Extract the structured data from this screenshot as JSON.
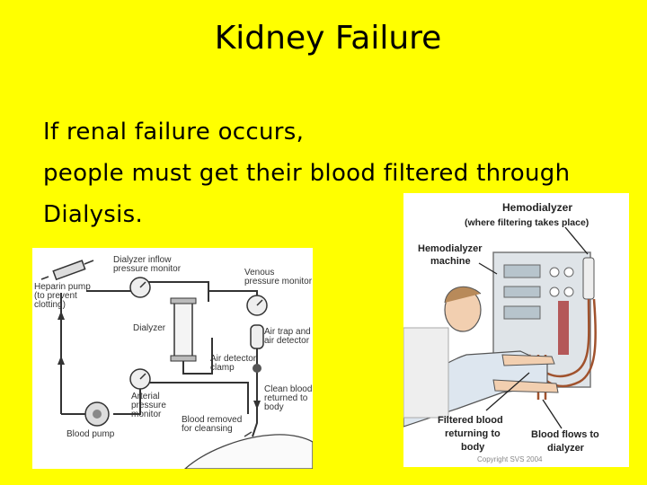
{
  "slide": {
    "title": "Kidney Failure",
    "body_lines": [
      "If renal failure occurs,",
      "people must get their blood filtered through",
      "Dialysis."
    ]
  },
  "left_diagram": {
    "labels": {
      "heparin": [
        "Heparin pump",
        "(to prevent",
        "clotting)"
      ],
      "inflow": [
        "Dialyzer inflow",
        "pressure monitor"
      ],
      "venous": [
        "Venous",
        "pressure monitor"
      ],
      "dialyzer": "Dialyzer",
      "air_trap": [
        "Air trap and",
        "air detector"
      ],
      "air_clamp": [
        "Air detector",
        "clamp"
      ],
      "arterial": [
        "Arterial",
        "pressure",
        "monitor"
      ],
      "clean_blood": [
        "Clean blood",
        "returned to",
        "body"
      ],
      "blood_pump": "Blood pump",
      "blood_removed": [
        "Blood removed",
        "for cleansing"
      ]
    }
  },
  "right_diagram": {
    "labels": {
      "hemodialyzer": "Hemodialyzer",
      "hemodialyzer_sub": "(where filtering takes place)",
      "machine": [
        "Hemodialyzer",
        "machine"
      ],
      "filtered": [
        "Filtered blood",
        "returning to",
        "body"
      ],
      "flows": [
        "Blood flows to",
        "dialyzer"
      ],
      "copyright": "Copyright SVS 2004"
    }
  }
}
